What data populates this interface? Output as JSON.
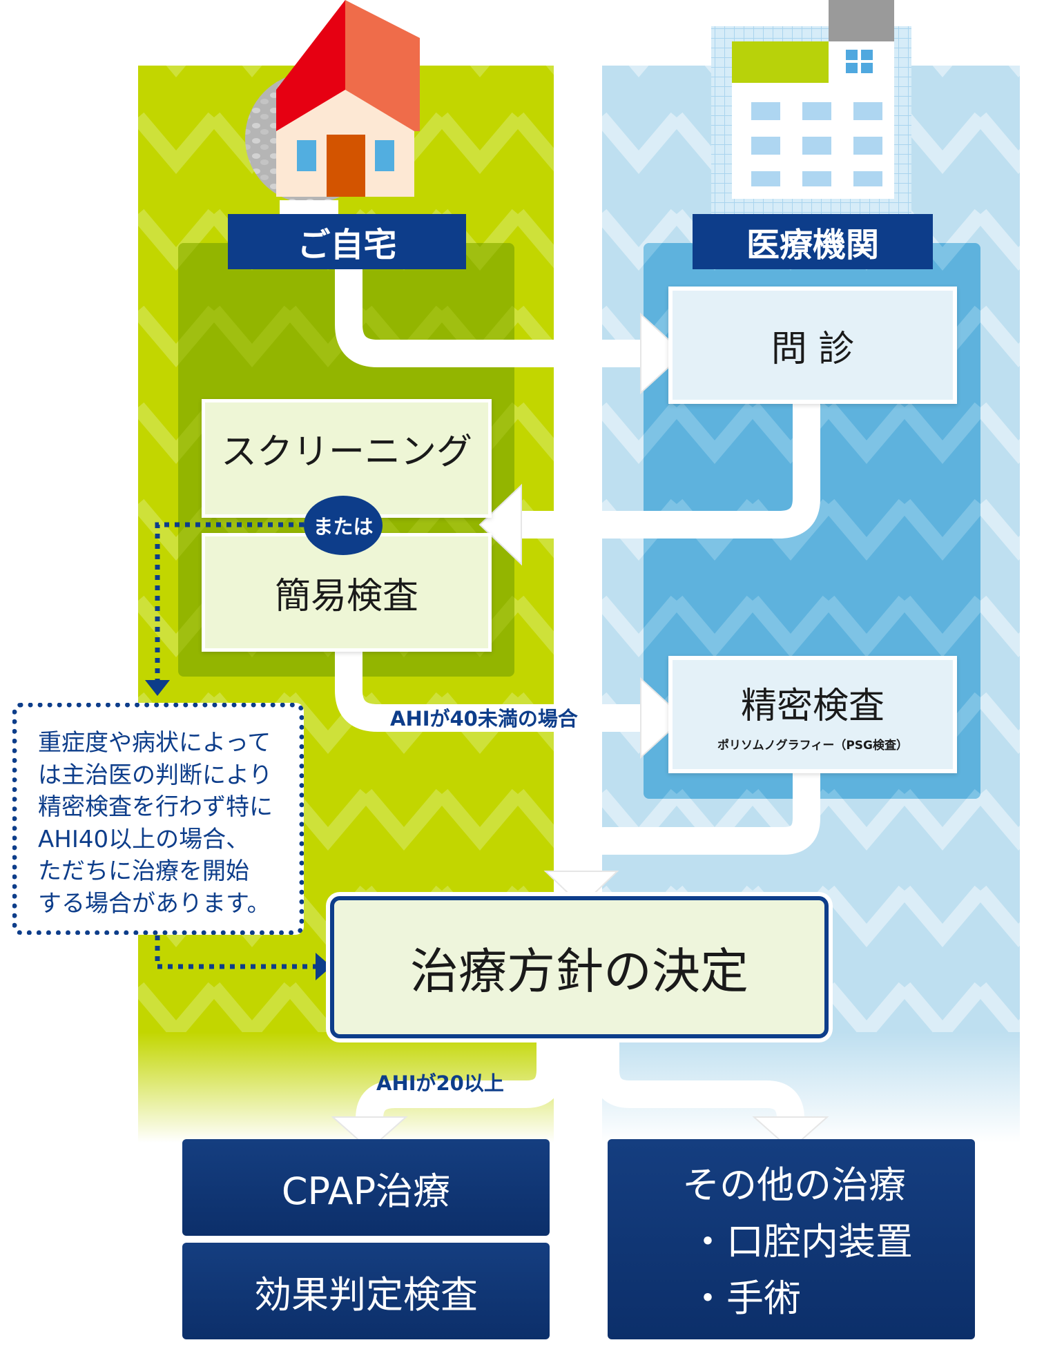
{
  "lanes": {
    "home": "ご自宅",
    "hospital": "医療機関"
  },
  "steps": {
    "interview": "問 診",
    "screening": "スクリーニング",
    "or": "または",
    "simple_test": "簡易検査",
    "detailed_test": "精密検査",
    "detailed_test_sub": "ポリソムノグラフィー（PSG検査）",
    "decision": "治療方針の決定"
  },
  "flow_labels": {
    "ahi_under_40": "AHIが40未満の場合",
    "ahi_20_plus": "AHIが20以上"
  },
  "note_lines": [
    "重症度や病状によって",
    "は主治医の判断により",
    "精密検査を行わず特に",
    "AHI40以上の場合、",
    "ただちに治療を開始",
    "する場合があります。"
  ],
  "treatments": {
    "cpap": "CPAP治療",
    "effect_test": "効果判定検査",
    "other": "その他の治療",
    "oral_device": "・口腔内装置",
    "surgery": "・手術"
  },
  "colors": {
    "green_lane": "#c2d600",
    "green_inner": "#93b500",
    "blue_lane": "#bedff0",
    "blue_inner": "#5eb2dd",
    "navy": "#0d3d8a",
    "roof_red": "#e60012"
  },
  "icons": [
    "house-icon",
    "hospital-building-icon"
  ]
}
